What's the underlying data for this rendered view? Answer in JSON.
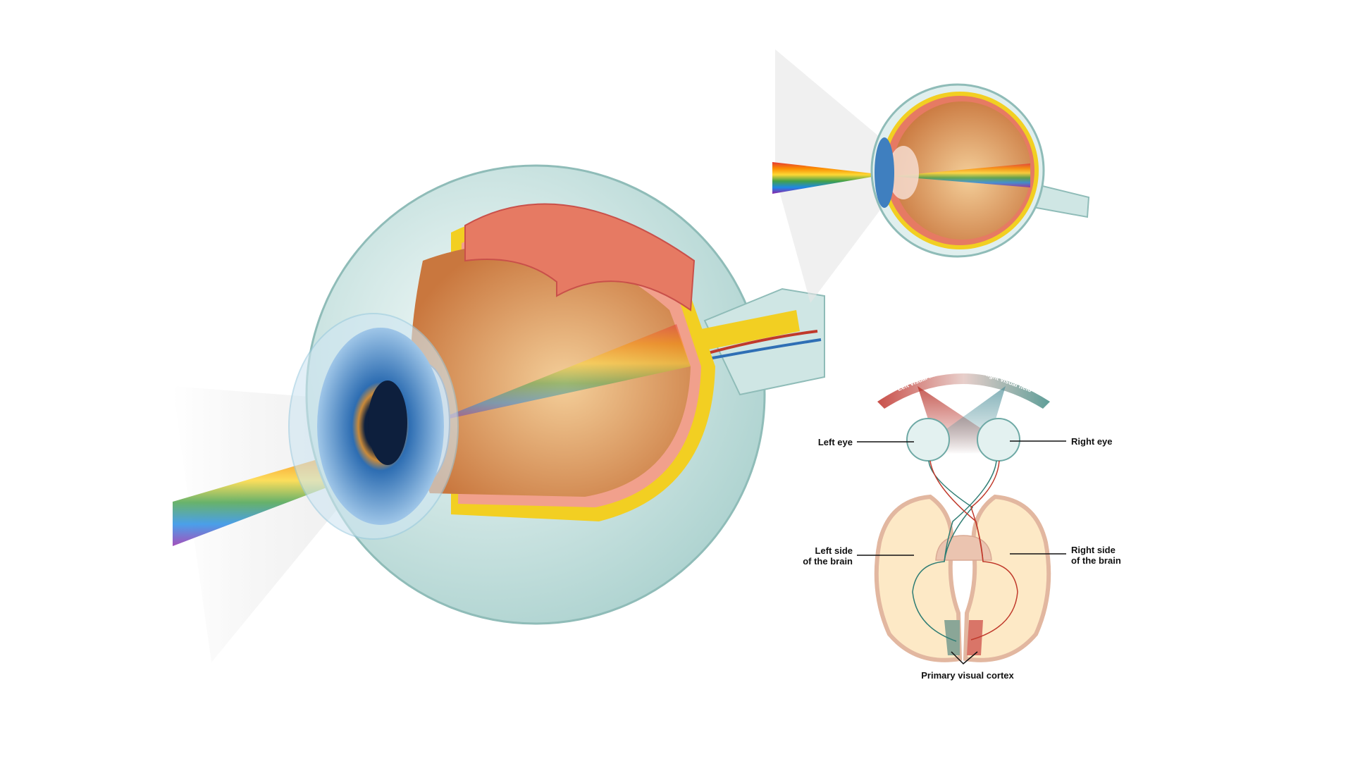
{
  "visual_pathway": {
    "left_visual_field": "Left visual field",
    "right_visual_field": "Right visual field",
    "left_eye": "Left eye",
    "right_eye": "Right eye",
    "left_brain_line1": "Left side",
    "left_brain_line2": "of the brain",
    "right_brain_line1": "Right side",
    "right_brain_line2": "of the brain",
    "primary_visual_cortex": "Primary visual cortex"
  },
  "colors": {
    "left_field": "#c9504a",
    "right_field": "#5f9e98",
    "sclera": "#cfe6e4",
    "retina": "#e67a63",
    "choroid": "#f2cf22",
    "vitreous": "#e9b57c",
    "iris": "#2f6fb5",
    "brain": "#fde9c6"
  }
}
